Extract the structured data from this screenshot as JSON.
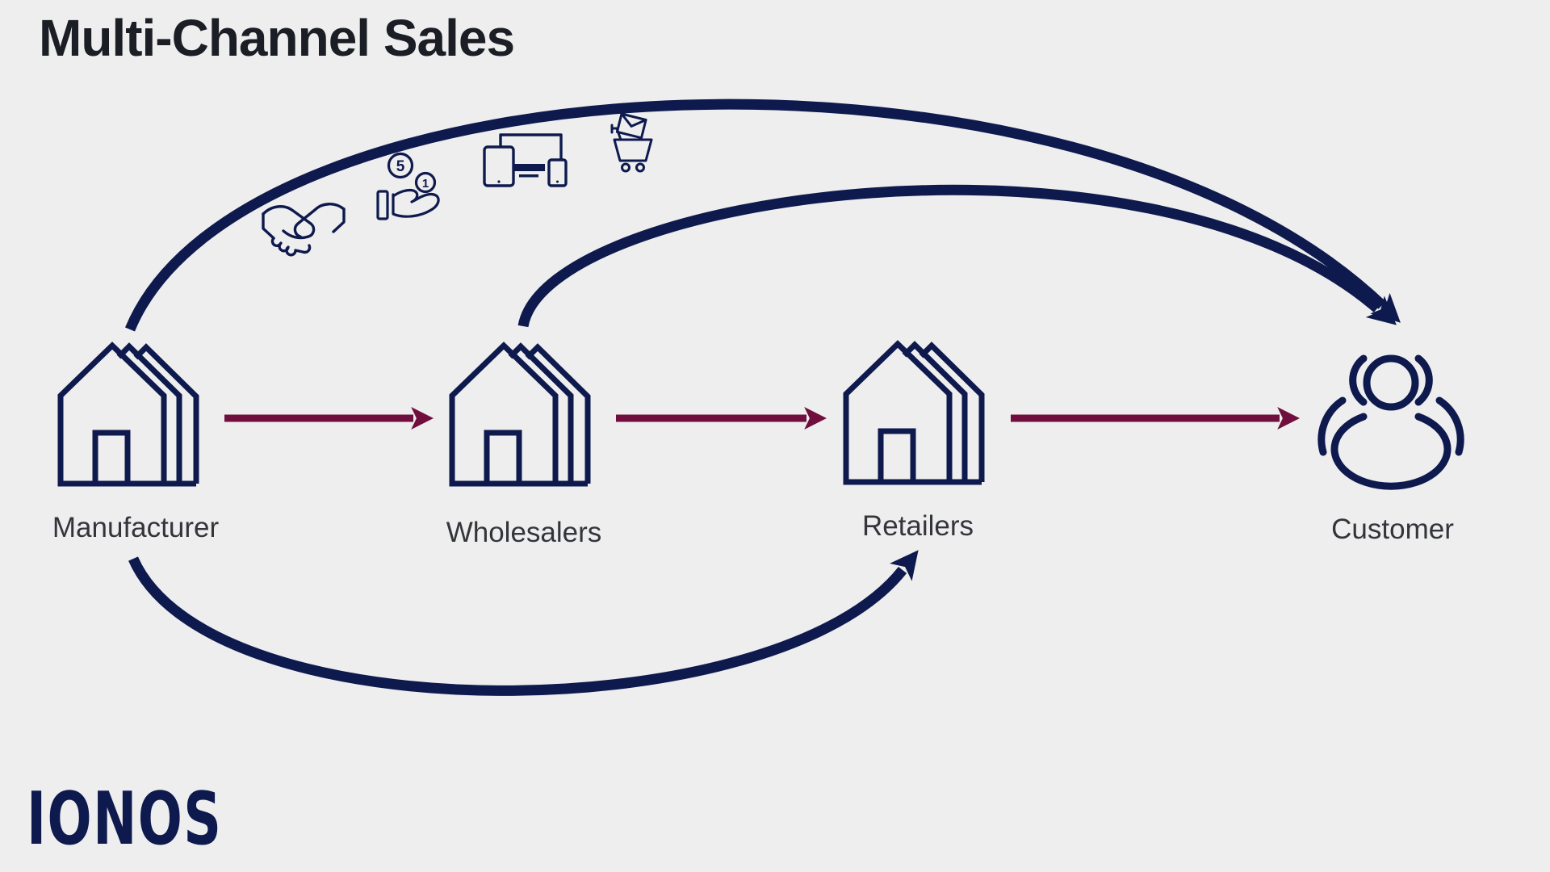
{
  "title": "Multi-Channel Sales",
  "brand_logo": "IONOS",
  "colors": {
    "background": "#eeeeee",
    "navy_lines": "#0e1a4d",
    "berry_arrows": "#700e3e",
    "title_text": "#1b1e24",
    "label_text": "#33353b"
  },
  "nodes": [
    {
      "id": "manufacturer",
      "label": "Manufacturer",
      "icon": "stacked-houses-icon"
    },
    {
      "id": "wholesalers",
      "label": "Wholesalers",
      "icon": "stacked-houses-icon"
    },
    {
      "id": "retailers",
      "label": "Retailers",
      "icon": "stacked-houses-icon"
    },
    {
      "id": "customer",
      "label": "Customer",
      "icon": "people-group-icon"
    }
  ],
  "flows": {
    "chain_arrows": [
      {
        "from": "manufacturer",
        "to": "wholesalers",
        "color": "berry",
        "shape": "straight"
      },
      {
        "from": "wholesalers",
        "to": "retailers",
        "color": "berry",
        "shape": "straight"
      },
      {
        "from": "retailers",
        "to": "customer",
        "color": "berry",
        "shape": "straight"
      }
    ],
    "direct_arrows": [
      {
        "from": "manufacturer",
        "to": "customer",
        "color": "navy",
        "shape": "curved-over-top"
      },
      {
        "from": "wholesalers",
        "to": "customer",
        "color": "navy",
        "shape": "curved-over-top"
      },
      {
        "from": "manufacturer",
        "to": "retailers",
        "color": "navy",
        "shape": "curved-under-bottom"
      }
    ]
  },
  "channel_icons": [
    {
      "name": "handshake-icon"
    },
    {
      "name": "coins-in-hand-icon",
      "coins": [
        "5",
        "1"
      ]
    },
    {
      "name": "responsive-devices-icon"
    },
    {
      "name": "cart-with-envelope-icon"
    }
  ]
}
